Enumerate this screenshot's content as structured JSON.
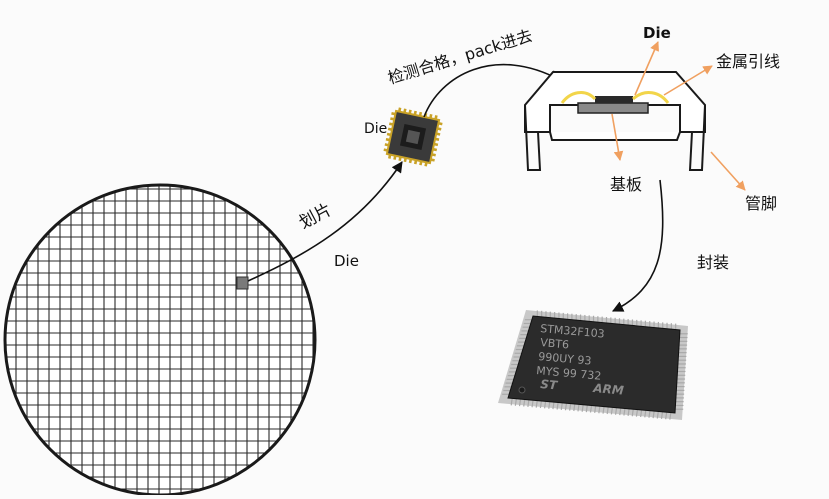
{
  "labels": {
    "die_wafer": "Die",
    "dicing": "划片",
    "die_chip": "Die",
    "test_pack": "检测合格，pack进去",
    "die_package": "Die",
    "bond_wire": "金属引线",
    "substrate": "基板",
    "pins": "管脚",
    "packaging": "封装"
  },
  "chip_marking": [
    "STM32F103",
    "VBT6",
    "990UY 93",
    "MYS 99 732"
  ],
  "colors": {
    "arrow_orange": "#f0a060",
    "line": "#222222",
    "wire_gold": "#f2d54a",
    "wafer_cell_highlight": "#7a7a7a"
  }
}
